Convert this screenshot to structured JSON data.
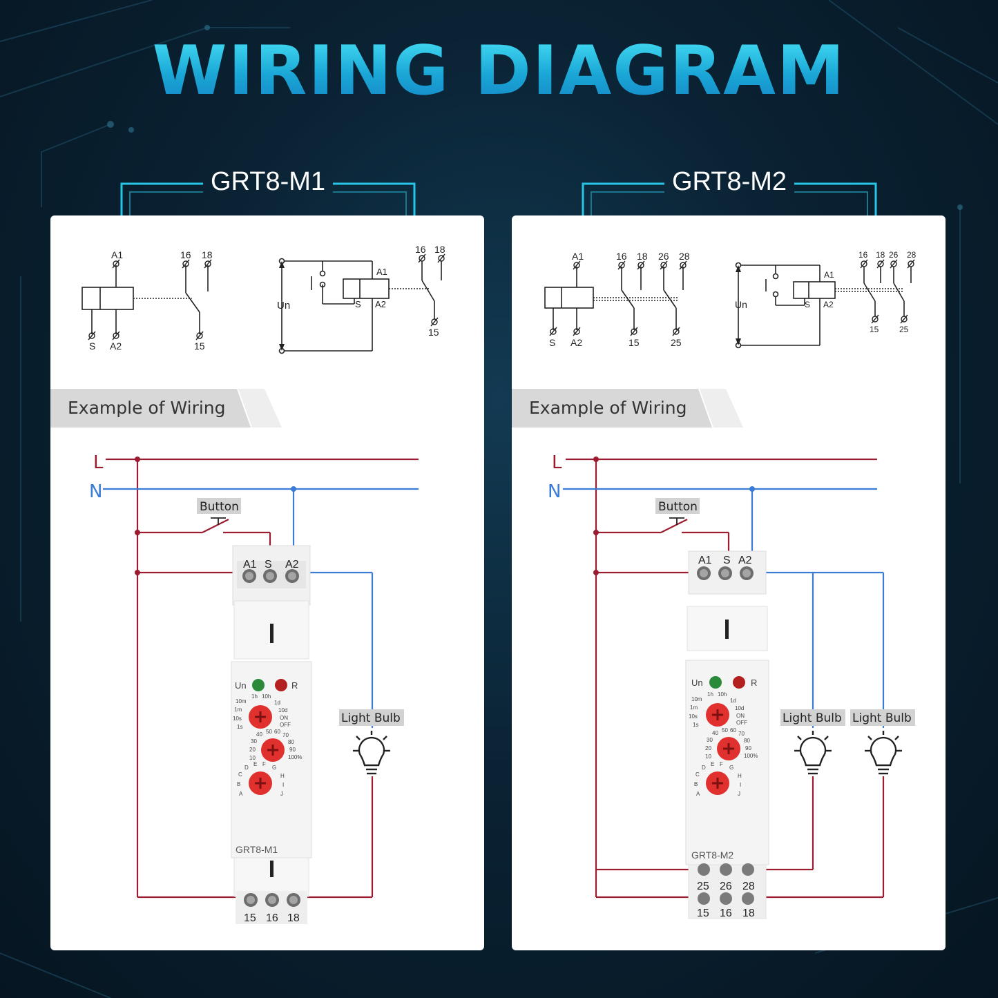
{
  "title": "WIRING DIAGRAM",
  "colors": {
    "line": "#9b1c30",
    "neutral": "#3a7bd5",
    "accent": "#27c6e6",
    "knob": "#e0312f"
  },
  "panels": [
    {
      "model": "GRT8-M1",
      "banner": "Example of Wiring",
      "schematic": {
        "coil_top": "A1",
        "coil_bottom_left": "S",
        "coil_bottom_right": "A2",
        "contacts_top": [
          "16",
          "18"
        ],
        "contact_bottom": "15",
        "circuit_supply": "Un",
        "circuit_coil_top": "A1",
        "circuit_coil_s": "S",
        "circuit_coil_a2": "A2",
        "circuit_contacts_top": [
          "16",
          "18"
        ],
        "circuit_contact_bottom": "15"
      },
      "wiring": {
        "line": "L",
        "neutral": "N",
        "button": "Button",
        "terminals_top": [
          "A1",
          "S",
          "A2"
        ],
        "indicators": [
          "Un",
          "R"
        ],
        "dial1": [
          "10m",
          "1h",
          "10h",
          "1d",
          "10d",
          "ON",
          "OFF",
          "1m",
          "10s",
          "1s"
        ],
        "dial2": [
          "40",
          "50",
          "60",
          "70",
          "80",
          "90",
          "100%",
          "30",
          "20",
          "10"
        ],
        "dial3": [
          "D",
          "E",
          "F",
          "G",
          "H",
          "I",
          "J",
          "C",
          "B",
          "A"
        ],
        "device_label": "GRT8-M1",
        "terminals_bottom": [
          "15",
          "16",
          "18"
        ],
        "bulbs": [
          "Light Bulb"
        ]
      }
    },
    {
      "model": "GRT8-M2",
      "banner": "Example of Wiring",
      "schematic": {
        "coil_top": "A1",
        "coil_bottom_left": "S",
        "coil_bottom_right": "A2",
        "contacts_top": [
          "16",
          "18",
          "26",
          "28"
        ],
        "contacts_bottom": [
          "15",
          "25"
        ],
        "circuit_supply": "Un",
        "circuit_coil_top": "A1",
        "circuit_coil_s": "S",
        "circuit_coil_a2": "A2",
        "circuit_contacts_top": [
          "16",
          "18",
          "26",
          "28"
        ],
        "circuit_contacts_bottom": [
          "15",
          "25"
        ]
      },
      "wiring": {
        "line": "L",
        "neutral": "N",
        "button": "Button",
        "terminals_top": [
          "A1",
          "S",
          "A2"
        ],
        "indicators": [
          "Un",
          "R"
        ],
        "dial1": [
          "10m",
          "1h",
          "10h",
          "1d",
          "10d",
          "ON",
          "OFF",
          "1m",
          "10s",
          "1s"
        ],
        "dial2": [
          "40",
          "50",
          "60",
          "70",
          "80",
          "90",
          "100%",
          "30",
          "20",
          "10"
        ],
        "dial3": [
          "D",
          "E",
          "F",
          "G",
          "H",
          "I",
          "J",
          "C",
          "B",
          "A"
        ],
        "device_label": "GRT8-M2",
        "terminals_mid": [
          "25",
          "26",
          "28"
        ],
        "terminals_bottom": [
          "15",
          "16",
          "18"
        ],
        "bulbs": [
          "Light Bulb",
          "Light Bulb"
        ]
      }
    }
  ]
}
